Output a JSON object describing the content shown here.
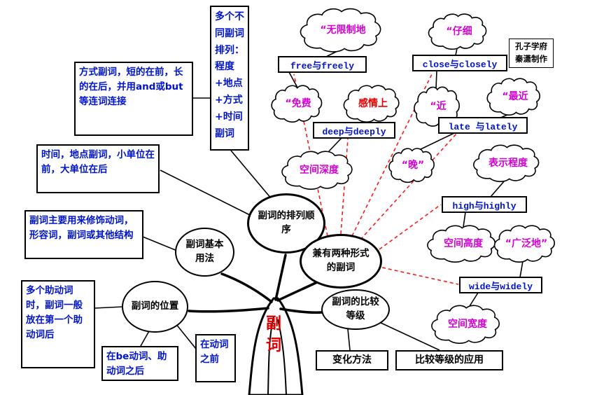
{
  "watermark": {
    "line1": "孔子学府",
    "line2": "秦潇制作"
  },
  "root_label": "副词",
  "nodes": {
    "arrangement": "副词的排列顺序",
    "basic_usage": "副词基本用法",
    "position": "副词的位置",
    "dual_form": "兼有两种形式的副词",
    "comparison": "副词的比较等级"
  },
  "notes": {
    "multi_order": "多个不同副词排列：程度+地点+方式+时间副词",
    "manner_order": "方式副词，短的在前，长的在后，并用and或but等连词连接",
    "time_place_order": "时间，地点副词，小单位在前，大单位在后",
    "modify_scope": "副词主要用来修饰动词，形容词，副词或其他结构",
    "aux_position": "多个助动词时，副词一般放在第一个助动词后",
    "after_be": "在be动词、助动词之后",
    "before_verb": "在动词之前",
    "change_method": "变化方法",
    "comparison_usage": "比较等级的应用"
  },
  "pairs": {
    "free": "free与freely",
    "close": "close与closely",
    "deep": "deep与deeply",
    "late": "late 与lately",
    "high": "high与highly",
    "wide": "wide与widely"
  },
  "clouds": {
    "unlimited": "“无限制地",
    "careful": "“仔细",
    "free_of_charge": "“免费",
    "emotional": "感情上",
    "near": "“近",
    "recent": "“最近",
    "depth": "空间深度",
    "late_time": "“晚”",
    "degree": "表示程度",
    "height": "空间高度",
    "broadly": "“广泛地”",
    "width": "空间宽度"
  },
  "colors": {
    "note_text": "#0014cc",
    "cloud_text": "#d400d4",
    "emotional_text": "#e80000",
    "root_text": "#dd0000",
    "dashed_line": "#ff1a1a",
    "line": "#000000"
  }
}
